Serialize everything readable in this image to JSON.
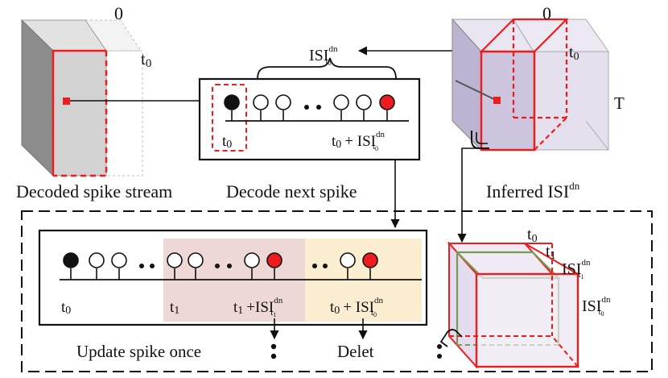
{
  "colors": {
    "red": "#ee1c1c",
    "olive": "#7a9a52",
    "pink_band": "#eed8d6",
    "yellow_band": "#fbeed0",
    "gray_dark": "#8c8c8c",
    "gray_light": "#d9d9d9",
    "lavender": "#cdc5de"
  },
  "labels": {
    "zero": "0",
    "t0": "t",
    "t0_sub": "0",
    "t1": "t",
    "t1_sub": "1",
    "T": "T",
    "isi": "ISI",
    "sup_dn": "dn",
    "sub_t": "t",
    "plus_isi": "+ ISI",
    "plus_isi_tight": "+ISI",
    "ellipsis": "•  •",
    "dots_vertical": "•\n•"
  },
  "captions": {
    "decoded_spike_stream": "Decoded spike stream",
    "decode_next_spike": "Decode next spike",
    "inferred_isi": "Inferred ISI",
    "update_spike_once": "Update spike once",
    "delet": "Delet"
  }
}
